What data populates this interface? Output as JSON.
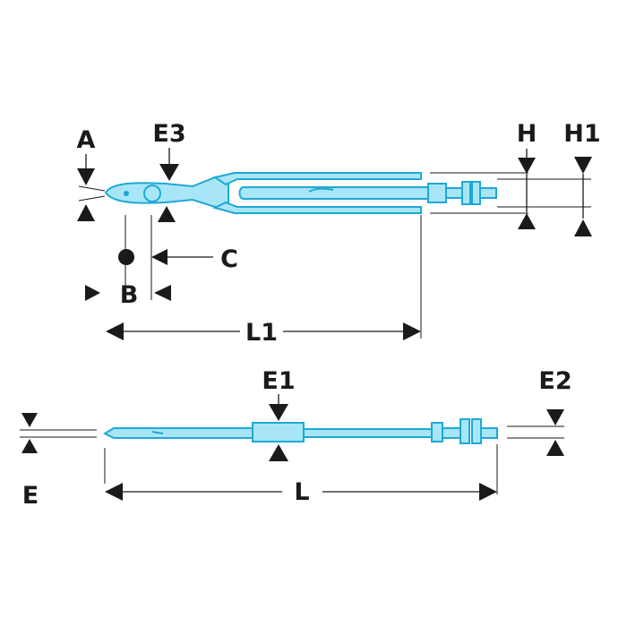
{
  "labels": {
    "A": "A",
    "E3": "E3",
    "H": "H",
    "H1": "H1",
    "C": "C",
    "B": "B",
    "L1": "L1",
    "E1": "E1",
    "E2": "E2",
    "E": "E",
    "L": "L"
  },
  "colors": {
    "tool_fill": "#a8e6f7",
    "tool_stroke": "#1ea8d6",
    "dimension": "#1a1a1a"
  }
}
